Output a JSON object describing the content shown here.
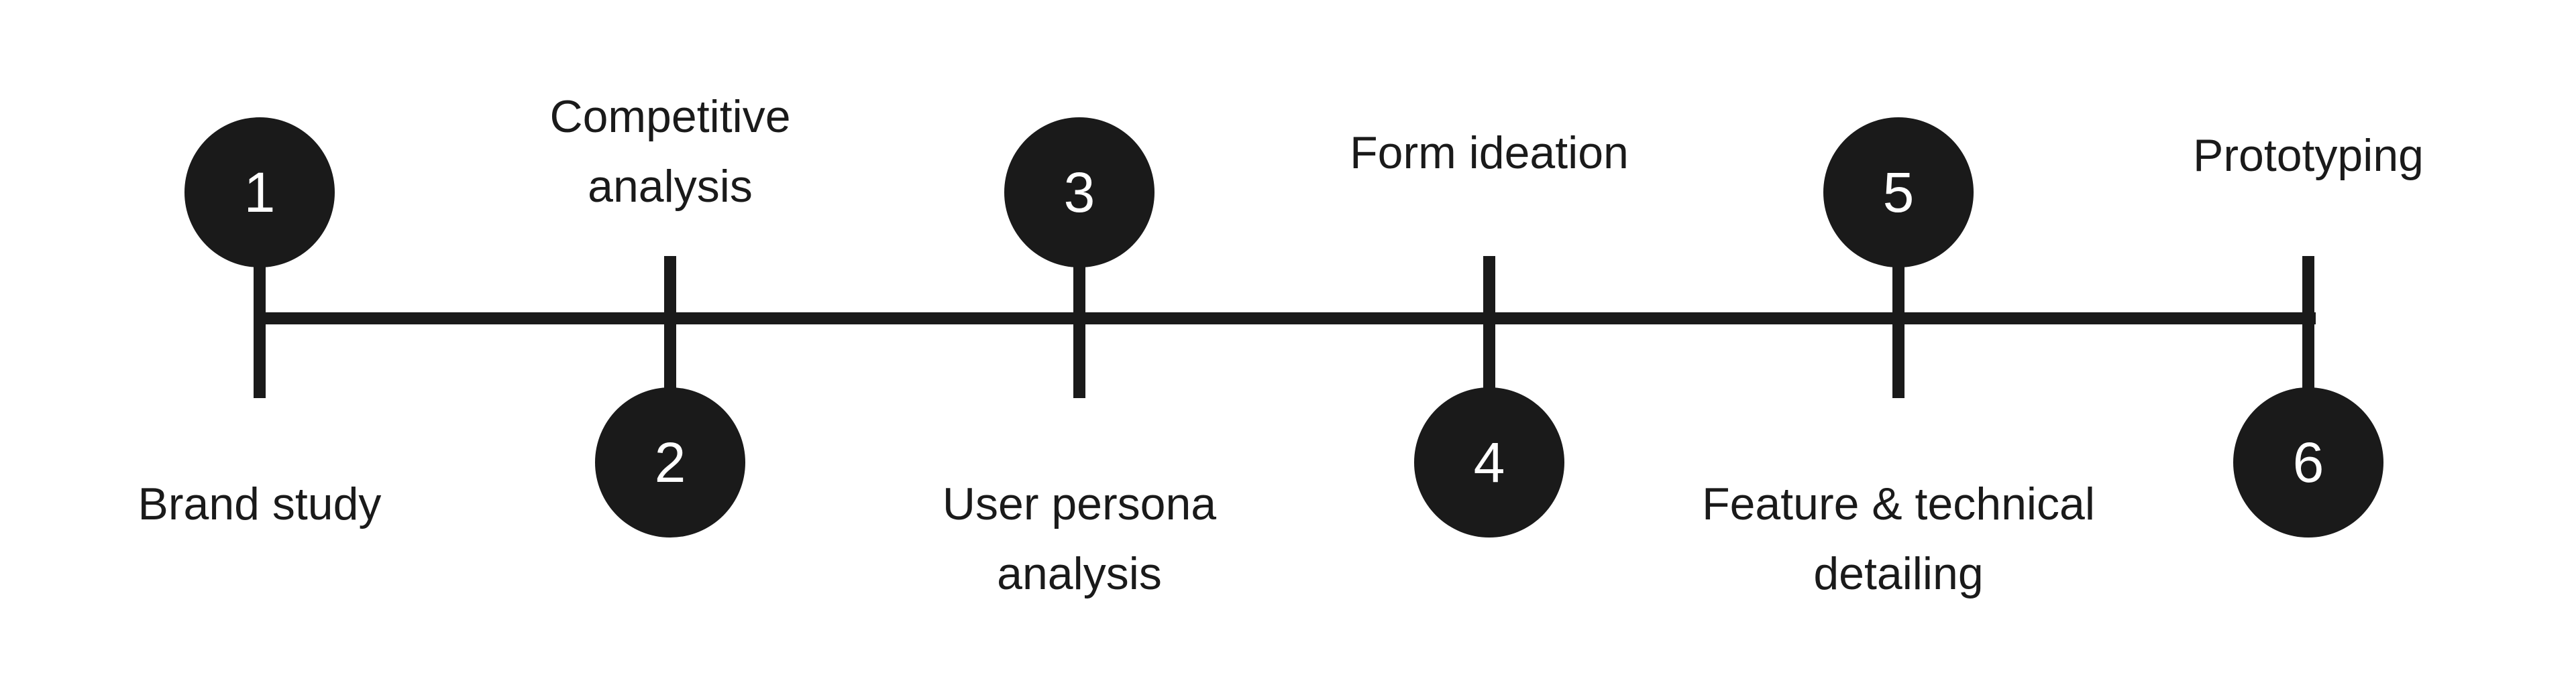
{
  "steps": [
    {
      "number": "1",
      "label_lines": [
        "Brand study"
      ]
    },
    {
      "number": "2",
      "label_lines": [
        "Competitive",
        "analysis"
      ]
    },
    {
      "number": "3",
      "label_lines": [
        "User persona",
        "analysis"
      ]
    },
    {
      "number": "4",
      "label_lines": [
        "Form ideation"
      ]
    },
    {
      "number": "5",
      "label_lines": [
        "Feature & technical",
        "detailing"
      ]
    },
    {
      "number": "6",
      "label_lines": [
        "Prototyping"
      ]
    }
  ],
  "colors": {
    "ink": "#1a1a1a",
    "background": "#ffffff",
    "number_text": "#ffffff"
  }
}
